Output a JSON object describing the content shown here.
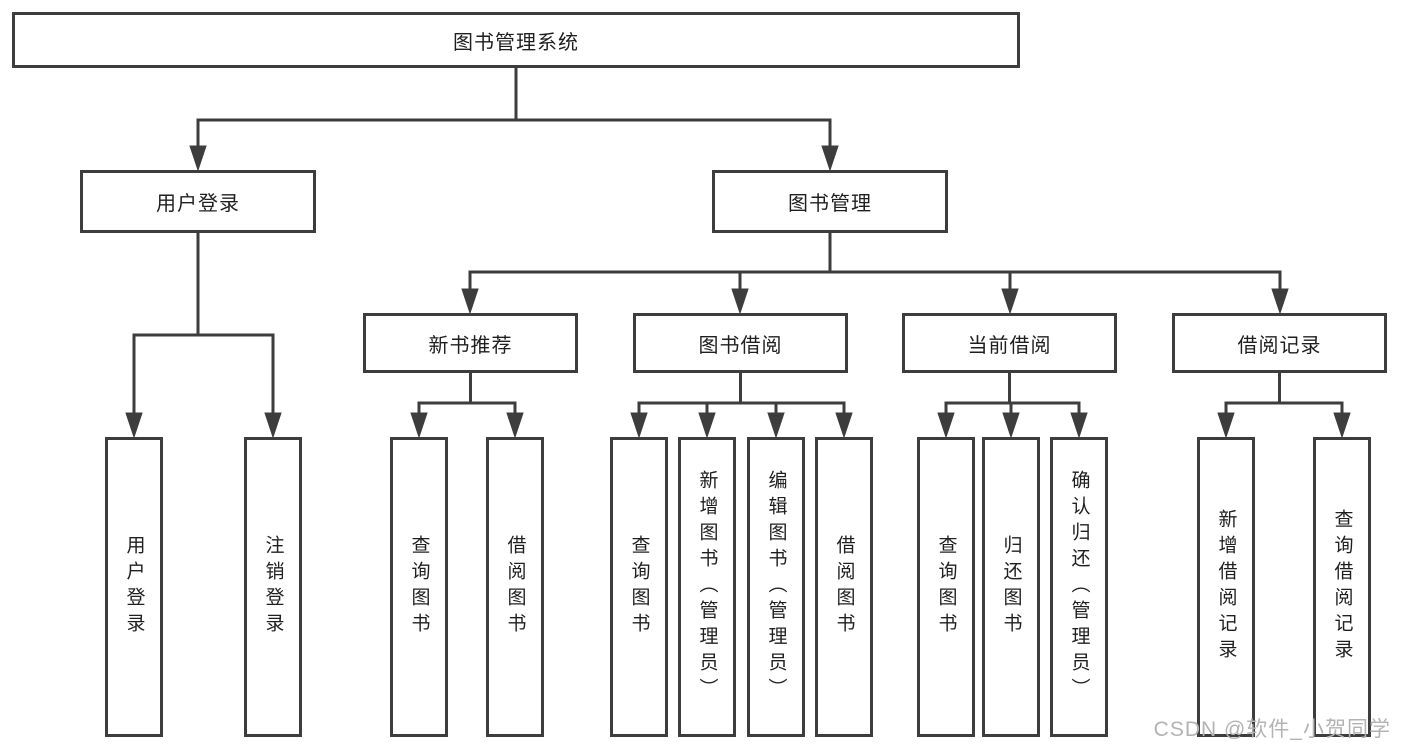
{
  "tree": {
    "label": "图书管理系统",
    "children": [
      {
        "label": "用户登录",
        "children": [
          {
            "label": "用户登录"
          },
          {
            "label": "注销登录"
          }
        ]
      },
      {
        "label": "图书管理",
        "children": [
          {
            "label": "新书推荐",
            "children": [
              {
                "label": "查询图书"
              },
              {
                "label": "借阅图书"
              }
            ]
          },
          {
            "label": "图书借阅",
            "children": [
              {
                "label": "查询图书"
              },
              {
                "label": "新增图书（管理员）"
              },
              {
                "label": "编辑图书（管理员）"
              },
              {
                "label": "借阅图书"
              }
            ]
          },
          {
            "label": "当前借阅",
            "children": [
              {
                "label": "查询图书"
              },
              {
                "label": "归还图书"
              },
              {
                "label": "确认归还（管理员）"
              }
            ]
          },
          {
            "label": "借阅记录",
            "children": [
              {
                "label": "新增借阅记录"
              },
              {
                "label": "查询借阅记录"
              }
            ]
          }
        ]
      }
    ]
  },
  "watermark": {
    "text": "CSDN @软件_小贺同学"
  },
  "colors": {
    "line": "#3d3d3d",
    "text": "#1f1f1f",
    "background": "#ffffff",
    "watermark": "#b3b3b3"
  }
}
